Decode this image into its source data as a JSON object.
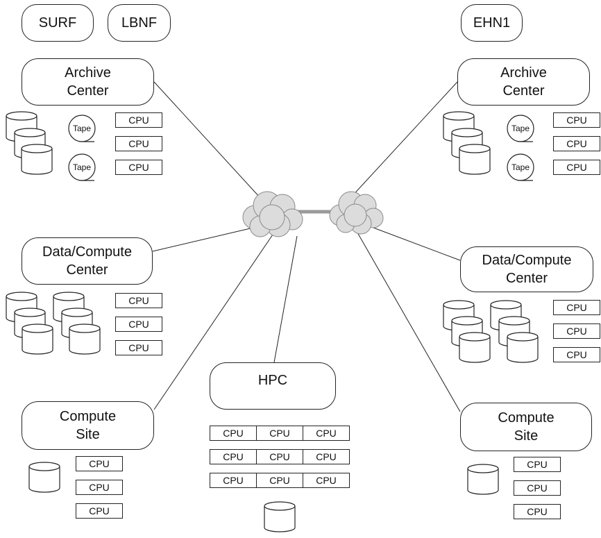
{
  "sites": {
    "surf": "SURF",
    "lbnf": "LBNF",
    "ehn1": "EHN1"
  },
  "archive_left": {
    "line1": "Archive",
    "line2": "Center",
    "tape": "Tape",
    "cpu": "CPU"
  },
  "archive_right": {
    "line1": "Archive",
    "line2": "Center",
    "tape": "Tape",
    "cpu": "CPU"
  },
  "dcc_left": {
    "line1": "Data/Compute",
    "line2": "Center",
    "cpu": "CPU"
  },
  "dcc_right": {
    "line1": "Data/Compute",
    "line2": "Center",
    "cpu": "CPU"
  },
  "compute_left": {
    "line1": "Compute",
    "line2": "Site",
    "cpu": "CPU"
  },
  "compute_right": {
    "line1": "Compute",
    "line2": "Site",
    "cpu": "CPU"
  },
  "hpc": {
    "label": "HPC",
    "cpu": "CPU"
  },
  "icons": {
    "storage": "disk-stack-icon",
    "tape": "tape-reel-icon",
    "network": "cloud-icon"
  },
  "colors": {
    "stroke": "#222222",
    "link": "#999999",
    "cloud": "#d9d9d9"
  }
}
